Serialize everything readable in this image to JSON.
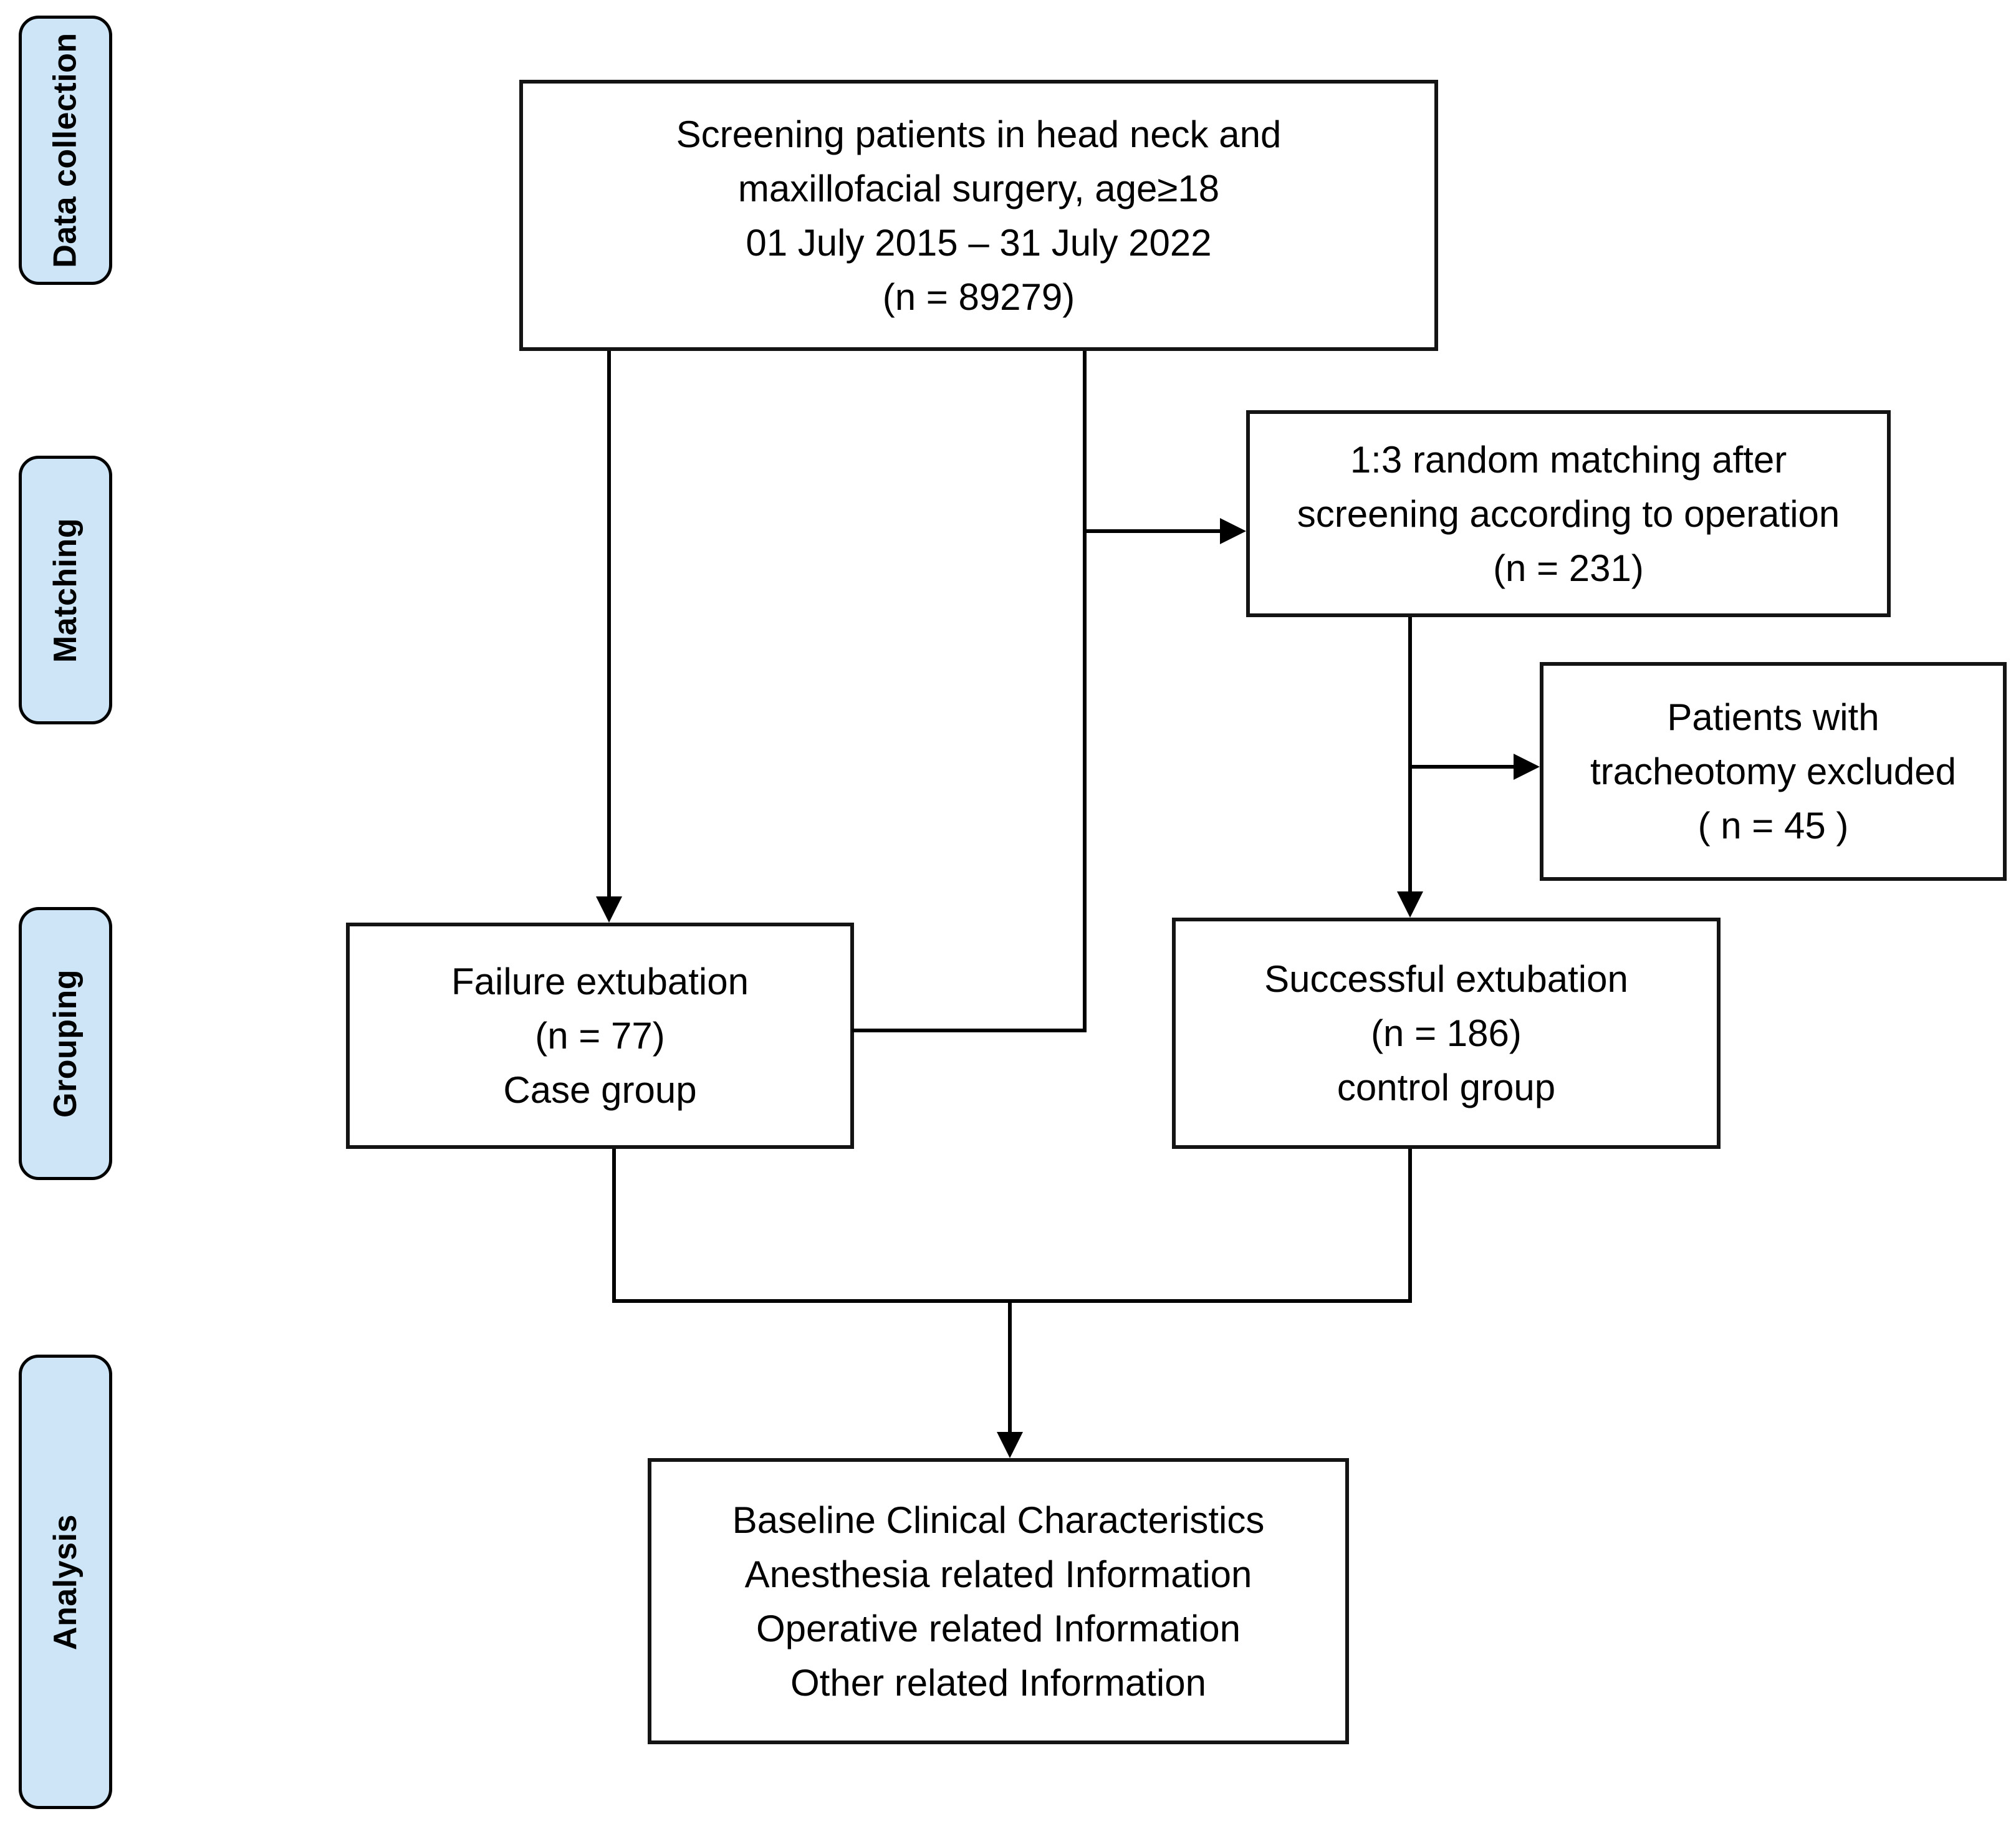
{
  "colors": {
    "sidebar_fill": "#cde5f6",
    "line_color": "#000000",
    "box_border": "#141414"
  },
  "sidebar": {
    "items": [
      {
        "label": "Data collection"
      },
      {
        "label": "Matching"
      },
      {
        "label": "Grouping"
      },
      {
        "label": "Analysis"
      }
    ]
  },
  "boxes": {
    "screening": {
      "lines": [
        "Screening patients in head neck and",
        "maxillofacial surgery, age≥18",
        "01 July 2015 – 31 July 2022",
        "(n = 89279)"
      ]
    },
    "matching": {
      "lines": [
        "1:3 random matching after",
        "screening according to operation",
        "(n = 231)"
      ]
    },
    "tracheotomy": {
      "lines": [
        "Patients with",
        "tracheotomy excluded",
        "( n = 45 )"
      ]
    },
    "failure": {
      "lines": [
        "Failure extubation",
        "(n = 77)",
        "Case group"
      ]
    },
    "success": {
      "lines": [
        "Successful extubation",
        "(n = 186)",
        "control group"
      ]
    },
    "analysis": {
      "lines": [
        "Baseline Clinical Characteristics",
        "Anesthesia related Information",
        "Operative related Information",
        "Other related Information"
      ]
    }
  }
}
